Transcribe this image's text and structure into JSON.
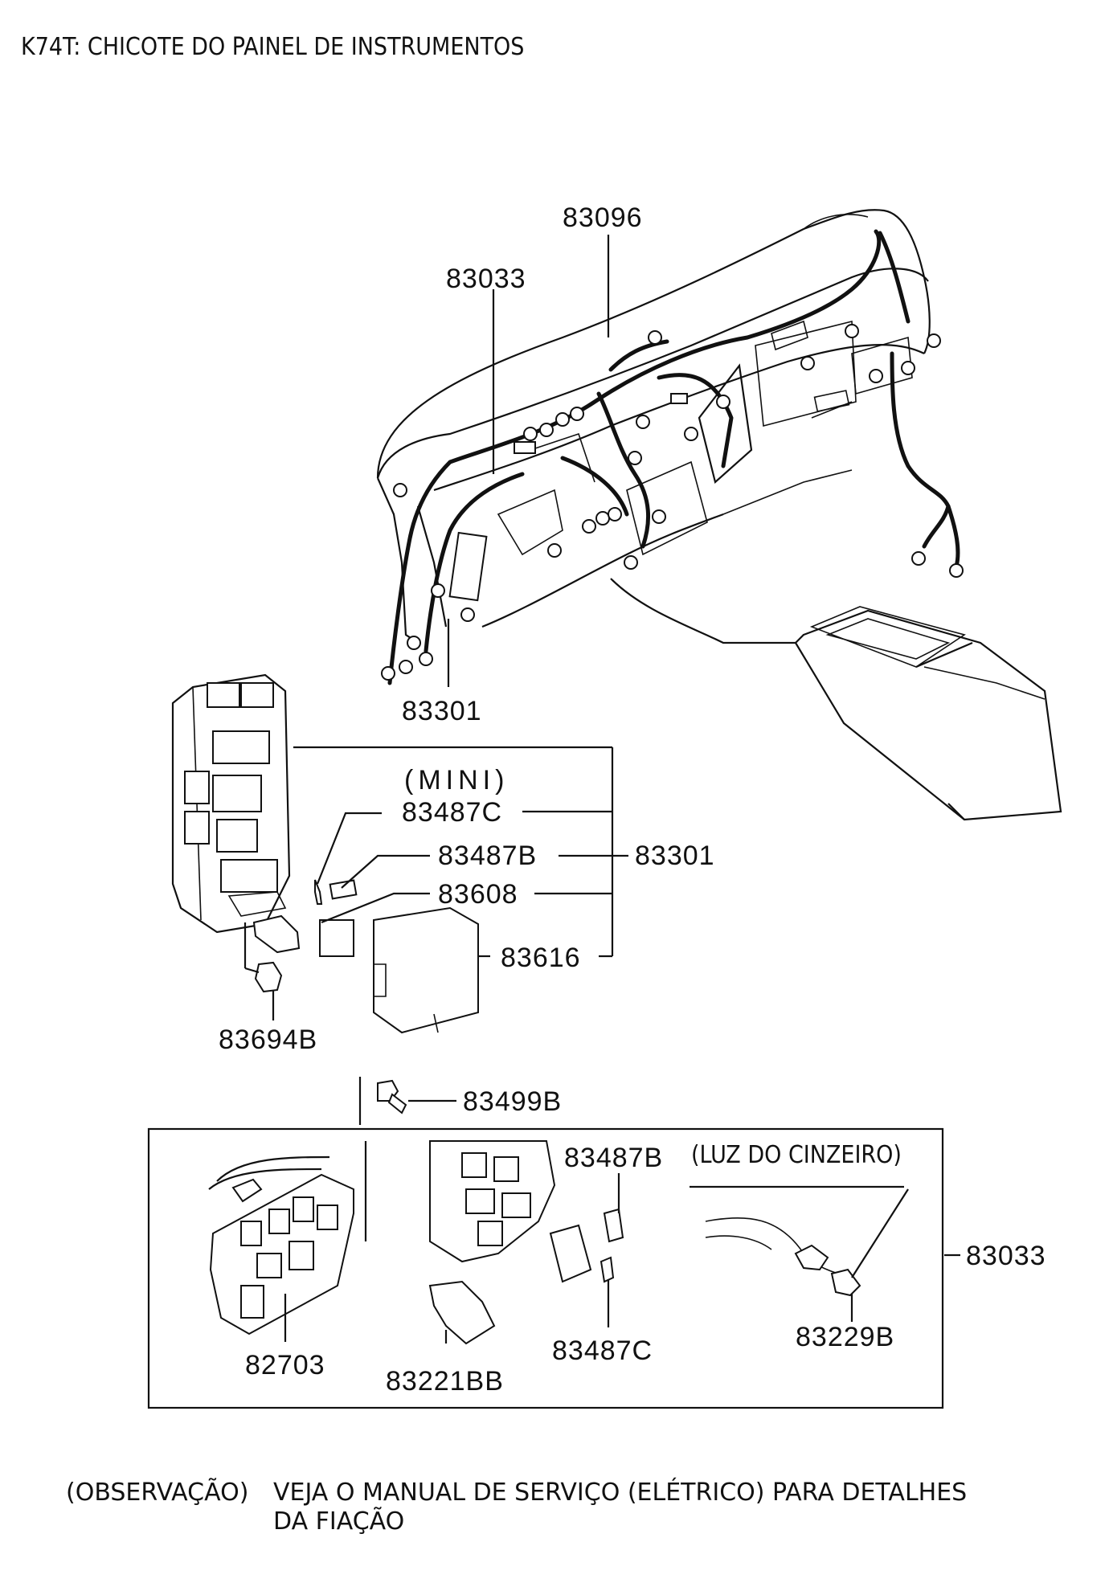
{
  "header": {
    "title": "K74T: CHICOTE DO PAINEL DE INSTRUMENTOS"
  },
  "callouts": {
    "c83096": "83096",
    "c83033_top": "83033",
    "c83301_top": "83301",
    "mini": "(MINI)",
    "c83487C_top": "83487C",
    "c83487B_top": "83487B",
    "c83301_right": "83301",
    "c83608": "83608",
    "c83616": "83616",
    "c83694B": "83694B",
    "c83499B": "83499B",
    "c83487B_box": "83487B",
    "luz": "(LUZ DO CINZEIRO)",
    "c83033_right": "83033",
    "c82703": "82703",
    "c83221BB": "83221BB",
    "c83487C_box": "83487C",
    "c83229B": "83229B"
  },
  "note": {
    "label": "(OBSERVAÇÃO)",
    "line1": "VEJA O MANUAL DE SERVIÇO (ELÉTRICO) PARA DETALHES",
    "line2": "DA FIAÇÃO"
  }
}
